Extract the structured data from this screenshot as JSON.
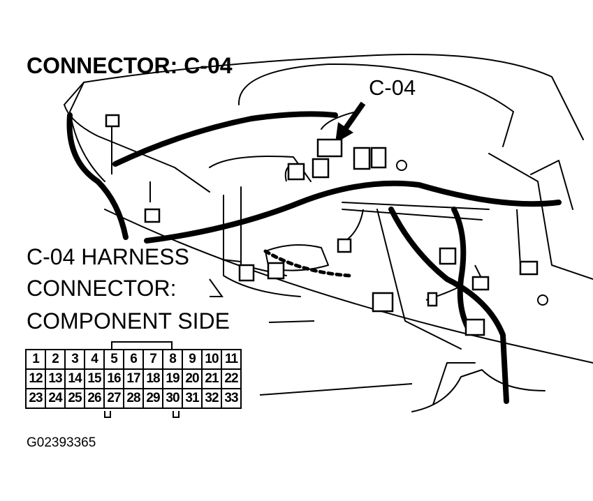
{
  "title": "CONNECTOR: C-04",
  "callout_label": "C-04",
  "harness_label": {
    "line1": "C-04 HARNESS",
    "line2": "CONNECTOR:",
    "line3": "COMPONENT SIDE"
  },
  "pin_rows": [
    [
      "1",
      "2",
      "3",
      "4",
      "5",
      "6",
      "7",
      "8",
      "9",
      "10",
      "11"
    ],
    [
      "12",
      "13",
      "14",
      "15",
      "16",
      "17",
      "18",
      "19",
      "20",
      "21",
      "22"
    ],
    [
      "23",
      "24",
      "25",
      "26",
      "27",
      "28",
      "29",
      "30",
      "31",
      "32",
      "33"
    ]
  ],
  "figure_id": "G02393365"
}
